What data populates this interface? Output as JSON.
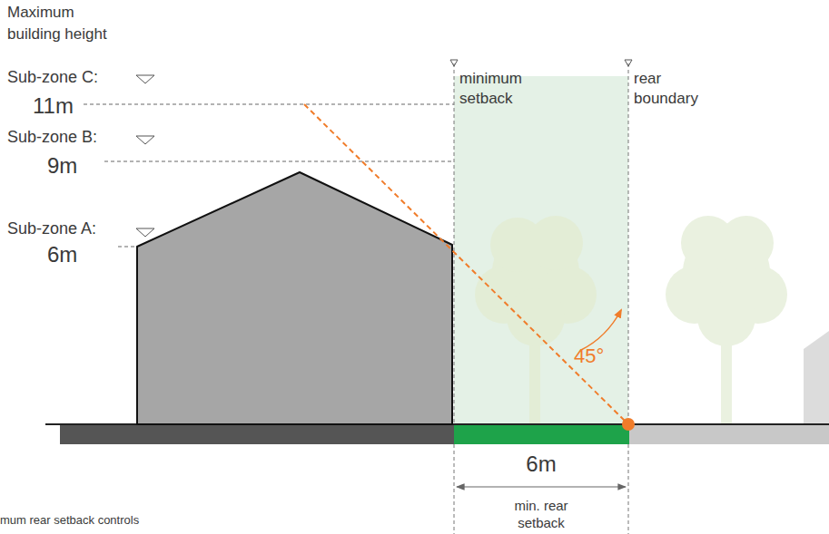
{
  "diagram": {
    "caption": "mum rear setback controls",
    "labels": [
      "Maximum building height",
      "Sub-zone C:",
      "11m",
      "Sub-zone B:",
      "9m",
      "Sub-zone A:",
      "6m",
      "minimum setback",
      "rear boundary",
      "45°",
      "6m",
      "min. rear setback"
    ]
  }
}
